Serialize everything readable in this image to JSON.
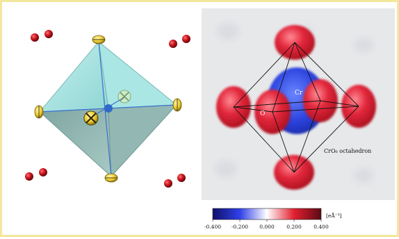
{
  "right_panel": {
    "labels": {
      "cr": "Cr",
      "o": "O",
      "octahedron": "CrO₆ octahedron"
    }
  },
  "colorbar": {
    "ticks": [
      "-0.400",
      "-0.200",
      "0.000",
      "0.200",
      "0.400"
    ],
    "unit": "[eÅ⁻³]",
    "colors": {
      "negative": "#10106a",
      "mid_blue": "#3040e8",
      "zero": "#ffffff",
      "mid_red": "#e22030",
      "positive": "#5a0a14"
    }
  },
  "colors": {
    "frame_border": "#f2e79a",
    "octahedron_fill": "#9fe2e0",
    "oxygen_red": "#c8141e",
    "ellipsoid_yellow": "#e9c72a"
  }
}
